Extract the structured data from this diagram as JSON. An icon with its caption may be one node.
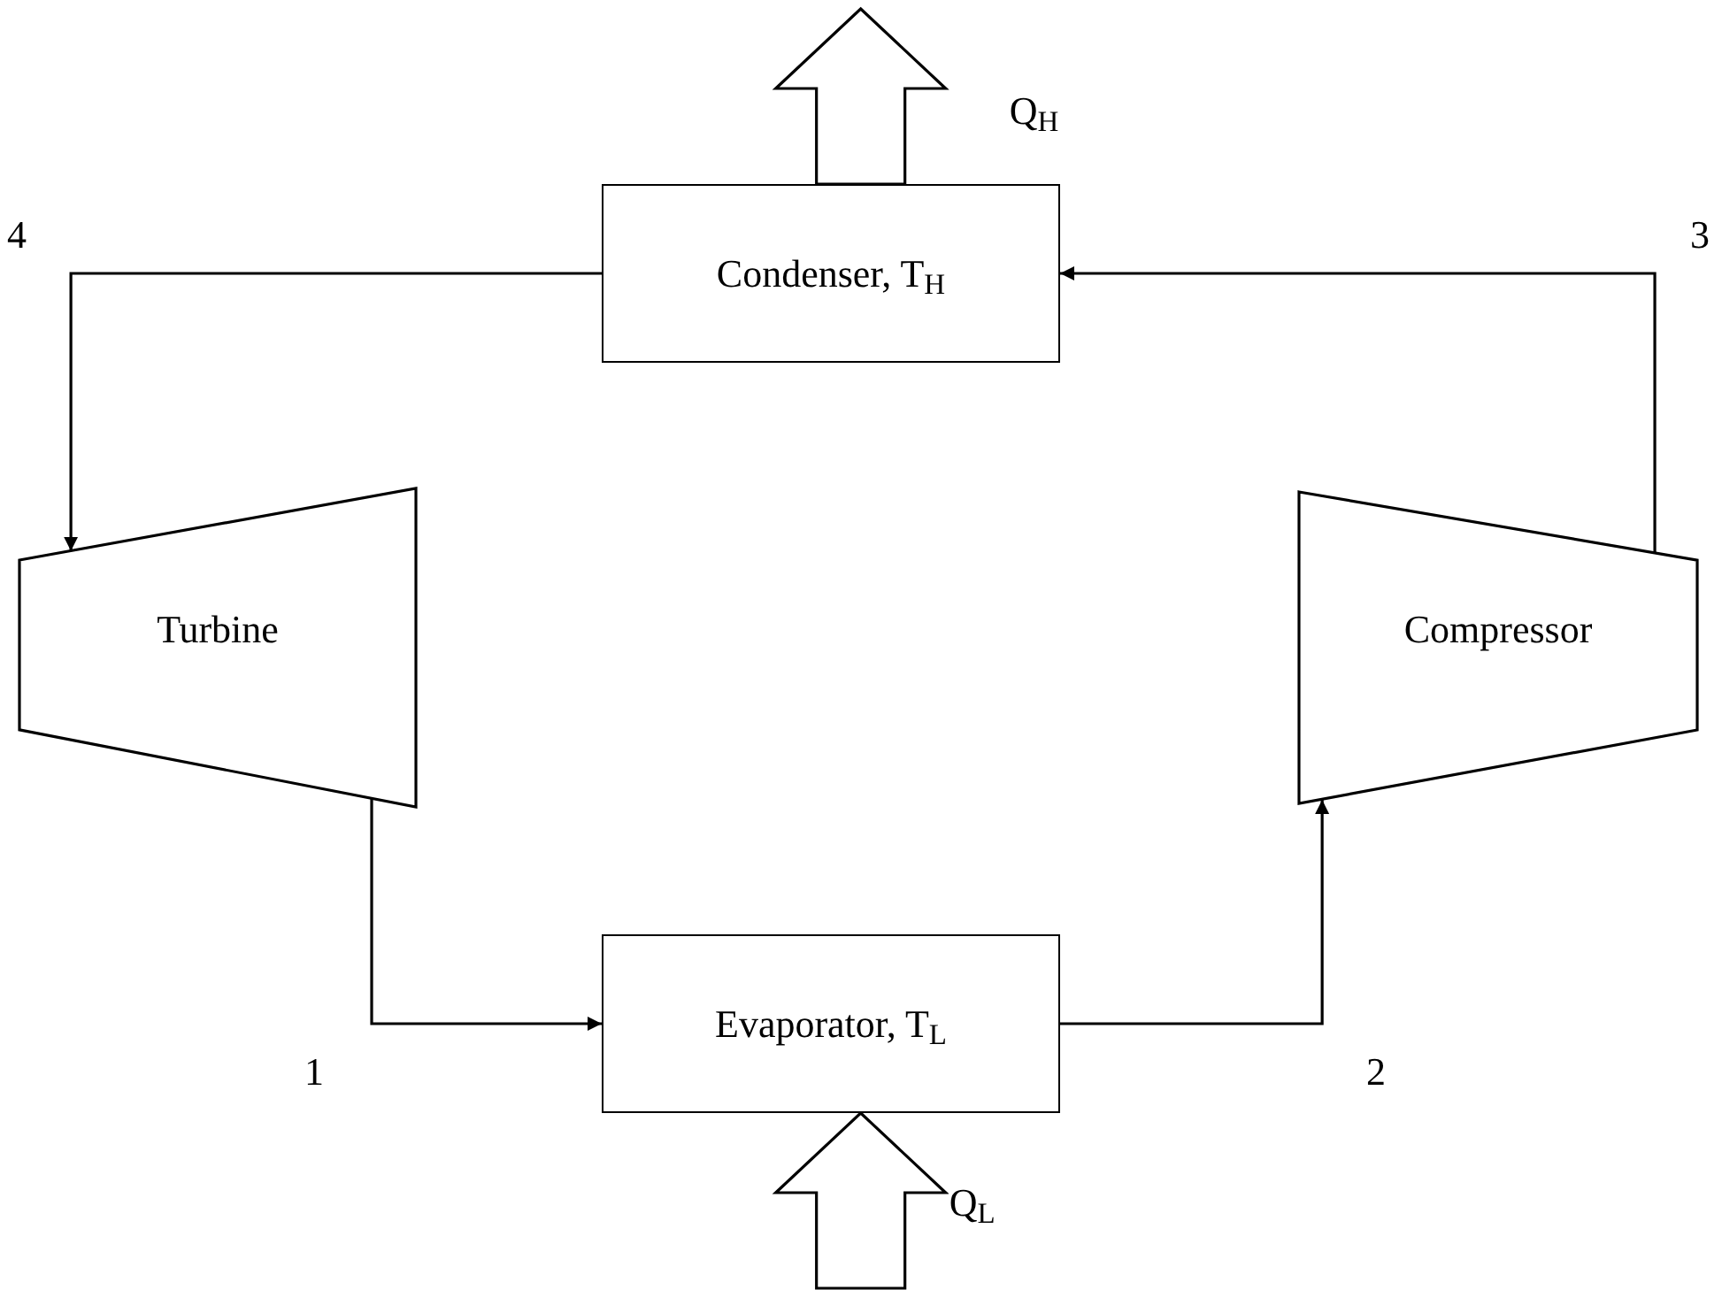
{
  "diagram": {
    "nodes": [
      {
        "text": [
          "Condenser, T$_{H}$"
        ]
      },
      {
        "text": [
          "Turbine"
        ]
      },
      {
        "text": [
          "Compressor"
        ]
      },
      {
        "text": [
          "Evaporator, T$_{L}$"
        ]
      }
    ],
    "edges": [
      {
        "from": 2,
        "to": 0,
        "arrow": "to"
      },
      {
        "from": 0,
        "to": 1,
        "arrow": "to"
      },
      {
        "from": 1,
        "to": 3,
        "arrow": "to"
      },
      {
        "from": 3,
        "to": 2,
        "arrow": "to"
      },
      {
        "from": 0,
        "to": null,
        "arrow": "to",
        "label": "Q$_{H}$",
        "style": "thick"
      },
      {
        "from": null,
        "to": 3,
        "arrow": "to",
        "label": "Q$_{L}$",
        "style": "thick"
      }
    ],
    "labels": [
      "4",
      "3",
      "1",
      "2"
    ]
  }
}
